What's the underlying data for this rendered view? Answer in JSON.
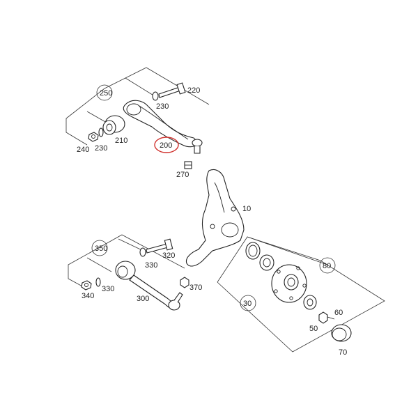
{
  "labels": {
    "p10": "10",
    "p30": "30",
    "p50": "50",
    "p60": "60",
    "p70": "70",
    "p80": "80",
    "p200": "200",
    "p210": "210",
    "p220": "220",
    "p230a": "230",
    "p230b": "230",
    "p240": "240",
    "p250": "250",
    "p270": "270",
    "p300": "300",
    "p320": "320",
    "p330a": "330",
    "p330b": "330",
    "p340": "340",
    "p350": "350",
    "p370": "370"
  },
  "colors": {
    "highlight": "#d0312d",
    "line": "#333333"
  }
}
